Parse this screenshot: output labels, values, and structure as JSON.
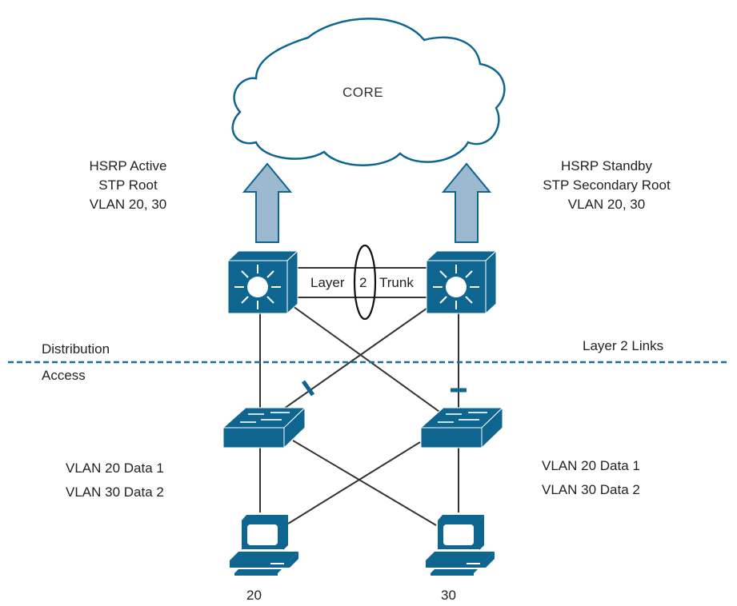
{
  "colors": {
    "device_blue": "#0e6690",
    "arrow_fill": "#9db9d0",
    "cloud_stroke": "#0e6690",
    "divider": "#1a6f96",
    "link": "#333333"
  },
  "cloud": {
    "label": "CORE"
  },
  "left_distribution": {
    "lines": [
      "HSRP Active",
      "STP Root",
      "VLAN 20, 30"
    ]
  },
  "right_distribution": {
    "lines": [
      "HSRP Standby",
      "STP Secondary Root",
      "VLAN 20, 30"
    ]
  },
  "trunk": {
    "label_left": "Layer",
    "label_mid": "2",
    "label_right": "Trunk"
  },
  "layers": {
    "distribution": "Distribution",
    "access": "Access",
    "links_label": "Layer 2 Links"
  },
  "left_access": {
    "lines": [
      "VLAN 20 Data 1",
      "VLAN 30 Data 2"
    ]
  },
  "right_access": {
    "lines": [
      "VLAN 20 Data 1",
      "VLAN 30 Data 2"
    ]
  },
  "hosts": [
    {
      "label": "20",
      "icon": "workstation-icon"
    },
    {
      "label": "30",
      "icon": "workstation-icon"
    }
  ],
  "devices": {
    "distribution_switch_icon": "layer3-switch-icon",
    "access_switch_icon": "layer2-switch-icon"
  }
}
